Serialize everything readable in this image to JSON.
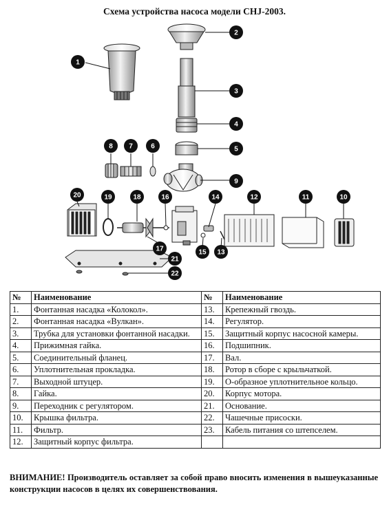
{
  "title": "Схема устройства насоса модели CHJ-2003.",
  "table": {
    "header": {
      "num": "№",
      "name": "Наименование",
      "num2": "№",
      "name2": "Наименование"
    },
    "rows": [
      {
        "n1": "1.",
        "name1": "Фонтанная насадка «Колокол».",
        "n2": "13.",
        "name2": "Крепежный гвоздь."
      },
      {
        "n1": "2.",
        "name1": "Фонтанная насадка «Вулкан».",
        "n2": "14.",
        "name2": "Регулятор."
      },
      {
        "n1": "3.",
        "name1": "Трубка для установки фонтанной насадки.",
        "n2": "15.",
        "name2": "Защитный корпус насосной камеры."
      },
      {
        "n1": "4.",
        "name1": "Прижимная гайка.",
        "n2": "16.",
        "name2": "Подшипник."
      },
      {
        "n1": "5.",
        "name1": "Соединительный фланец.",
        "n2": "17.",
        "name2": "Вал."
      },
      {
        "n1": "6.",
        "name1": "Уплотнительная прокладка.",
        "n2": "18.",
        "name2": "Ротор в сборе с крыльчаткой."
      },
      {
        "n1": "7.",
        "name1": "Выходной штуцер.",
        "n2": "19.",
        "name2": "О-образное уплотнительное кольцо."
      },
      {
        "n1": "8.",
        "name1": "Гайка.",
        "n2": "20.",
        "name2": "Корпус мотора."
      },
      {
        "n1": "9.",
        "name1": "Переходник с регулятором.",
        "n2": "21.",
        "name2": "Основание."
      },
      {
        "n1": "10.",
        "name1": "Крышка фильтра.",
        "n2": "22.",
        "name2": "Чашечные присоски."
      },
      {
        "n1": "11.",
        "name1": "Фильтр.",
        "n2": "23.",
        "name2": "Кабель питания со штепселем."
      },
      {
        "n1": "12.",
        "name1": "Защитный корпус фильтра.",
        "n2": "",
        "name2": ""
      }
    ]
  },
  "note": {
    "lead": "ВНИМАНИЕ!",
    "text": "Производитель оставляет за собой право вносить изменения в вышеуказанные конструкции насосов в целях их совершенствования."
  },
  "callouts": [
    "1",
    "2",
    "3",
    "4",
    "5",
    "6",
    "7",
    "8",
    "9",
    "10",
    "11",
    "12",
    "13",
    "14",
    "15",
    "16",
    "17",
    "18",
    "19",
    "20",
    "21",
    "22"
  ]
}
